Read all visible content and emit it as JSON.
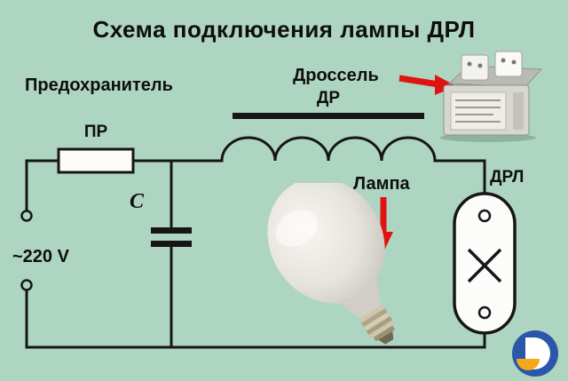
{
  "diagram": {
    "title": "Схема подключения лампы ДРЛ",
    "components": {
      "fuse": {
        "name": "Предохранитель",
        "ref": "ПР"
      },
      "choke": {
        "name": "Дроссель",
        "ref": "ДР"
      },
      "capacitor": {
        "ref": "C"
      },
      "lamp": {
        "name": "Лампа",
        "ref": "ДРЛ"
      },
      "supply": {
        "voltage": "~220 V"
      }
    },
    "colors": {
      "background": "#aed5c1",
      "wire": "#161616",
      "arrow_red": "#df1410",
      "symbol_fill": "#fcfcfa",
      "logo_blue": "#2b57a8",
      "logo_orange": "#f6a81c"
    }
  }
}
